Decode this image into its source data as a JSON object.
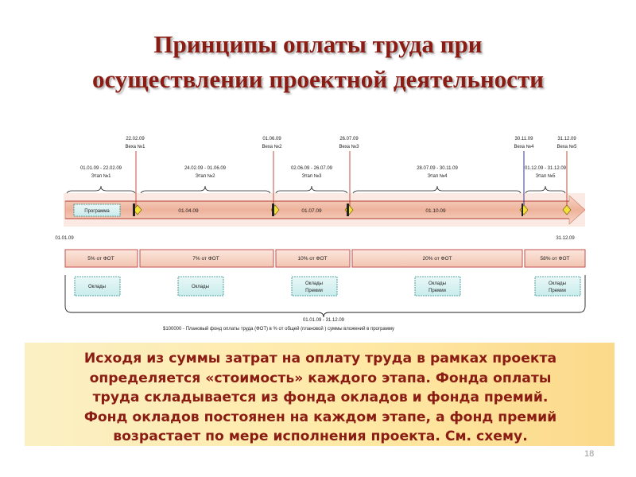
{
  "title": {
    "line1": "Принципы оплаты труда при",
    "line2": "осуществлении проектной деятельности"
  },
  "diagram": {
    "milestones": [
      {
        "date": "22.02.09",
        "name": "Веха №1"
      },
      {
        "date": "01.06.09",
        "name": "Веха №2"
      },
      {
        "date": "26.07.09",
        "name": "Веха №3"
      },
      {
        "date": "30.11.09",
        "name": "Веха №4"
      },
      {
        "date": "31.12.09",
        "name": "Веха №5"
      }
    ],
    "stages": [
      {
        "period": "01.01.09 - 22.02.09",
        "name": "Этап №1"
      },
      {
        "period": "24.02.09 - 01.06.09",
        "name": "Этап №2"
      },
      {
        "period": "02.06.09 - 26.07.09",
        "name": "Этап №3"
      },
      {
        "period": "28.07.09 - 30.11.09",
        "name": "Этап №4"
      },
      {
        "period": "01.12.09 - 31.12.09",
        "name": "Этап №5"
      }
    ],
    "program_label": "Программа",
    "timeline_dates": [
      "01.04.09",
      "01.07.09",
      "01.10.09"
    ],
    "start_date": "01.01.09",
    "end_date": "31.12.09",
    "fund_shares": [
      "5% от ФОТ",
      "7% от ФОТ",
      "10% от ФОТ",
      "20% от ФОТ",
      "58% от ФОТ"
    ],
    "fund_boxes": [
      {
        "line1": "Оклады",
        "line2": ""
      },
      {
        "line1": "Оклады",
        "line2": ""
      },
      {
        "line1": "Оклады",
        "line2": "Премии"
      },
      {
        "line1": "Оклады",
        "line2": "Премии"
      },
      {
        "line1": "Оклады",
        "line2": "Премии"
      }
    ],
    "total_period": "01.01.09 - 31.12.09",
    "footnote": "$100000  - Плановый фонд оплаты труда     (ФОТ) в % от общей  (плановой ) суммы вложений в программу"
  },
  "info_box": {
    "lines": [
      "Исходя из суммы затрат на оплату труда в рамках проекта",
      "определяется «стоимость» каждого этапа. Фонда оплаты",
      "труда складывается из фонда окладов и фонда премий.",
      "Фонд окладов постоянен на каждом этапе, а фонд премий",
      "возрастает по мере исполнения проекта. См. схему."
    ]
  },
  "page_number": "18",
  "colors": {
    "title": "#8a1c14",
    "timeline_fill": "#f2c2b0",
    "fund_box_border": "#c0504d",
    "highlight_box": "#ffe9a6",
    "milestone_line": "#c0392b",
    "milestone_line_late": "#1f2a80"
  }
}
